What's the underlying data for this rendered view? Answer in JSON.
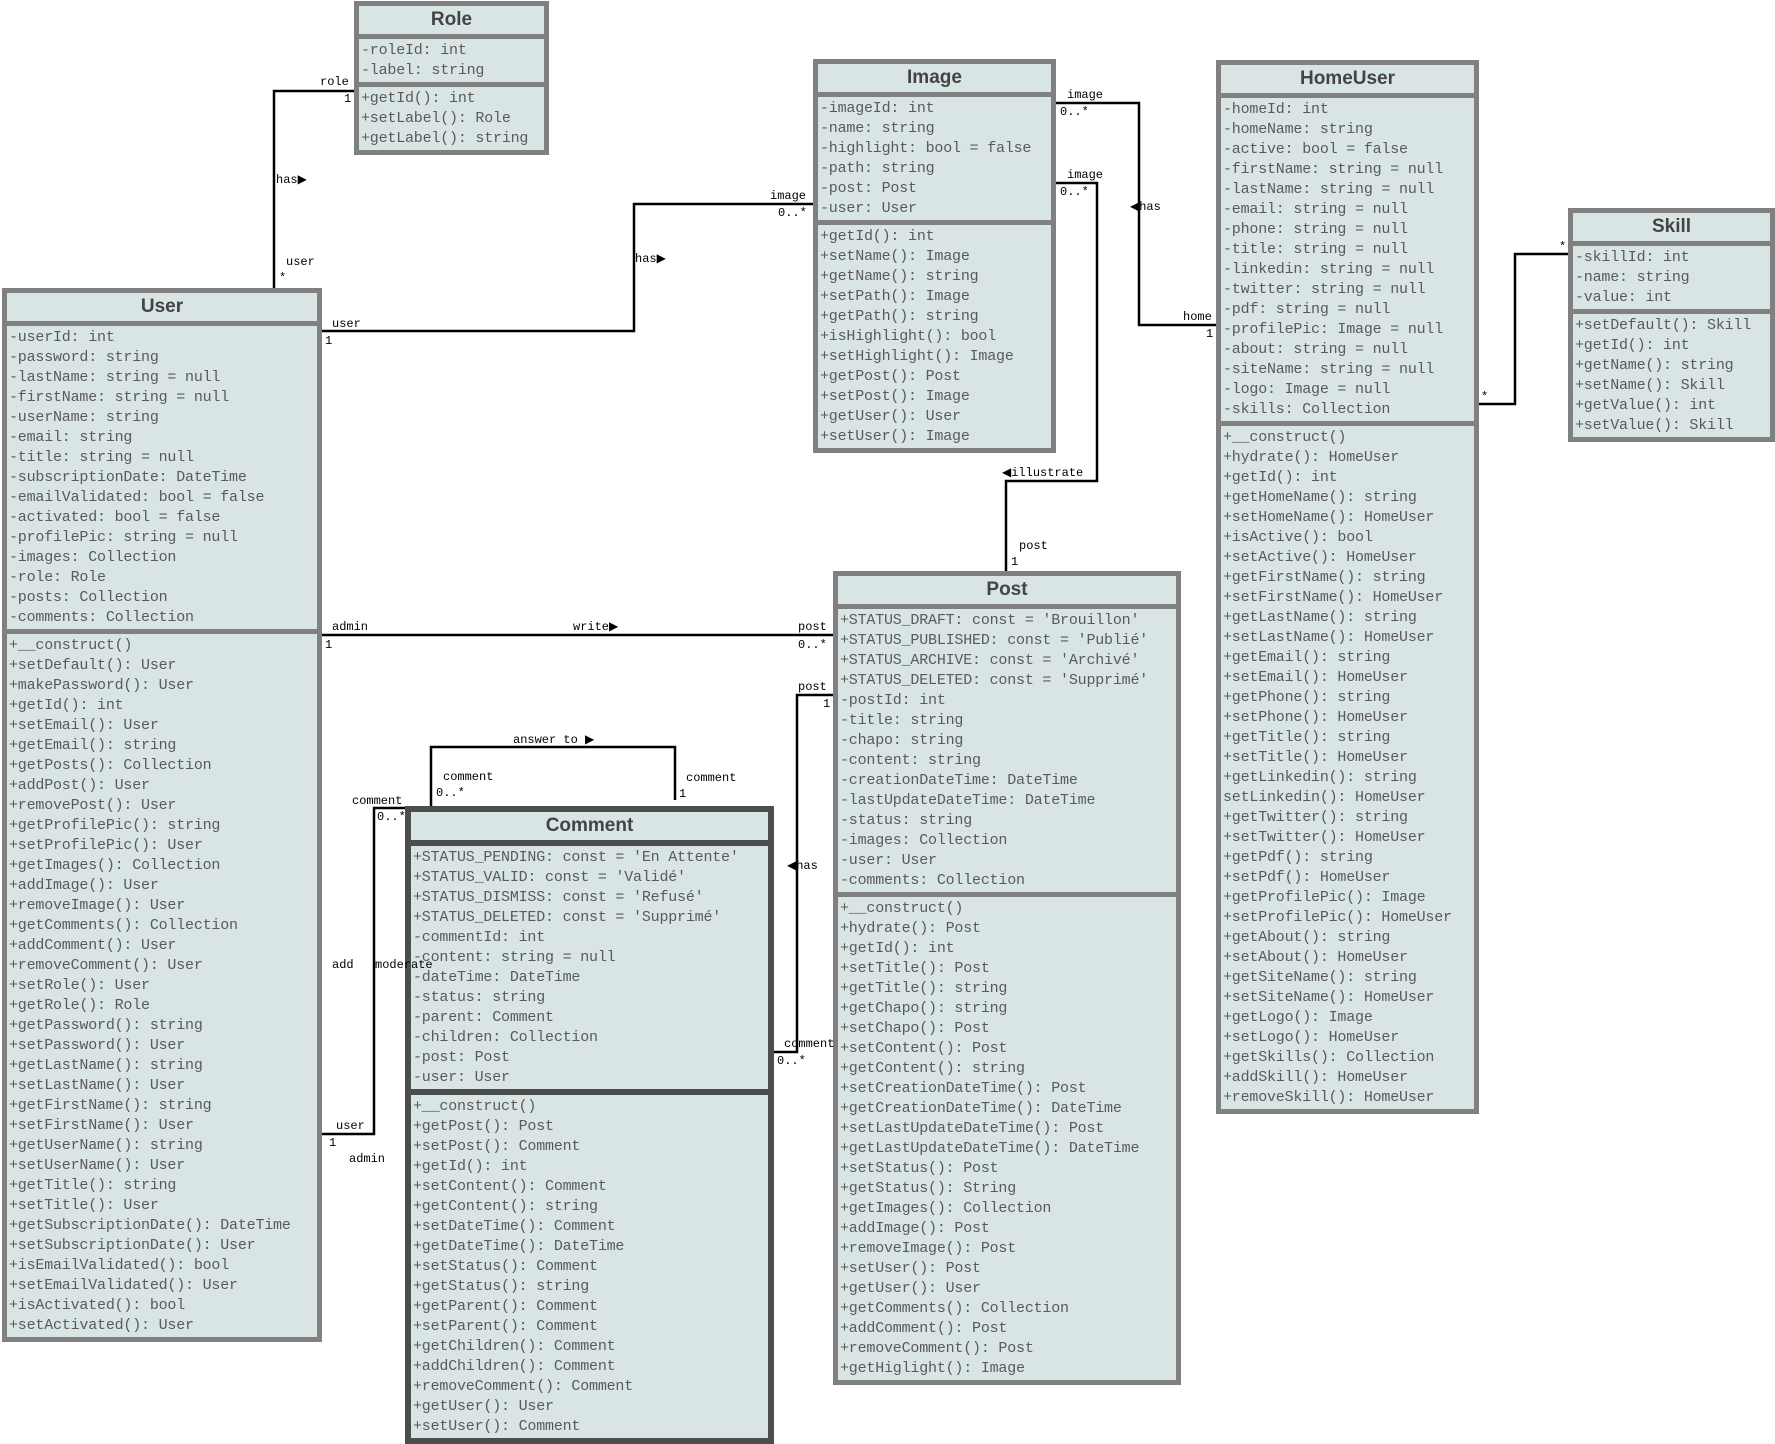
{
  "classes": {
    "role": {
      "title": "Role",
      "attributes": [
        "-roleId: int",
        "-label: string"
      ],
      "methods": [
        "+getId(): int",
        "+setLabel(): Role",
        "+getLabel(): string"
      ]
    },
    "image": {
      "title": "Image",
      "attributes": [
        "-imageId: int",
        "-name: string",
        "-highlight: bool = false",
        "-path: string",
        "-post: Post",
        "-user: User"
      ],
      "methods": [
        "+getId(): int",
        "+setName(): Image",
        "+getName(): string",
        "+setPath(): Image",
        "+getPath(): string",
        "+isHighlight(): bool",
        "+setHighlight(): Image",
        "+getPost(): Post",
        "+setPost(): Image",
        "+getUser(): User",
        "+setUser(): Image"
      ]
    },
    "homeuser": {
      "title": "HomeUser",
      "attributes": [
        "-homeId: int",
        "-homeName: string",
        "-active: bool = false",
        "-firstName: string = null",
        "-lastName: string = null",
        "-email: string = null",
        "-phone: string = null",
        "-title: string = null",
        "-linkedin: string = null",
        "-twitter: string = null",
        "-pdf: string = null",
        "-profilePic: Image = null",
        "-about: string = null",
        "-siteName: string = null",
        "-logo: Image = null",
        "-skills: Collection"
      ],
      "methods": [
        "+__construct()",
        "+hydrate(): HomeUser",
        "+getId(): int",
        "+getHomeName(): string",
        "+setHomeName(): HomeUser",
        "+isActive(): bool",
        "+setActive(): HomeUser",
        "+getFirstName(): string",
        "+setFirstName(): HomeUser",
        "+getLastName(): string",
        "+setLastName(): HomeUser",
        "+getEmail(): string",
        "+setEmail(): HomeUser",
        "+getPhone(): string",
        "+setPhone(): HomeUser",
        "+getTitle(): string",
        "+setTitle(): HomeUser",
        "+getLinkedin(): string",
        " setLinkedin(): HomeUser",
        "+getTwitter(): string",
        "+setTwitter(): HomeUser",
        "+getPdf(): string",
        "+setPdf(): HomeUser",
        "+getProfilePic(): Image",
        "+setProfilePic(): HomeUser",
        "+getAbout(): string",
        "+setAbout(): HomeUser",
        "+getSiteName(): string",
        "+setSiteName(): HomeUser",
        "+getLogo(): Image",
        "+setLogo(): HomeUser",
        "+getSkills(): Collection",
        "+addSkill(): HomeUser",
        "+removeSkill(): HomeUser"
      ]
    },
    "skill": {
      "title": "Skill",
      "attributes": [
        "-skillId: int",
        "-name: string",
        "-value: int"
      ],
      "methods": [
        "+setDefault(): Skill",
        "+getId(): int",
        "+getName(): string",
        "+setName(): Skill",
        "+getValue(): int",
        "+setValue(): Skill"
      ]
    },
    "user": {
      "title": "User",
      "attributes": [
        "-userId: int",
        "-password: string",
        "-lastName: string = null",
        "-firstName: string = null",
        "-userName: string",
        "-email: string",
        "-title: string = null",
        "-subscriptionDate: DateTime",
        "-emailValidated: bool = false",
        "-activated: bool = false",
        "-profilePic: string = null",
        "-images: Collection",
        "-role: Role",
        "-posts: Collection",
        "-comments: Collection"
      ],
      "methods": [
        "+__construct()",
        "+setDefault(): User",
        "+makePassword(): User",
        "+getId(): int",
        "+setEmail(): User",
        "+getEmail(): string",
        "+getPosts(): Collection",
        "+addPost(): User",
        "+removePost(): User",
        "+getProfilePic(): string",
        "+setProfilePic(): User",
        "+getImages(): Collection",
        "+addImage(): User",
        "+removeImage(): User",
        "+getComments(): Collection",
        "+addComment(): User",
        "+removeComment(): User",
        "+setRole(): User",
        "+getRole(): Role",
        "+getPassword(): string",
        "+setPassword(): User",
        "+getLastName(): string",
        "+setLastName(): User",
        "+getFirstName(): string",
        "+setFirstName(): User",
        "+getUserName(): string",
        "+setUserName(): User",
        "+getTitle(): string",
        "+setTitle(): User",
        "+getSubscriptionDate(): DateTime",
        "+setSubscriptionDate(): User",
        "+isEmailValidated(): bool",
        "+setEmailValidated(): User",
        "+isActivated(): bool",
        "+setActivated(): User"
      ]
    },
    "post": {
      "title": "Post",
      "attributes": [
        "+STATUS_DRAFT: const = 'Brouillon'",
        "+STATUS_PUBLISHED: const = 'Publié'",
        "+STATUS_ARCHIVE: const = 'Archivé'",
        "+STATUS_DELETED: const = 'Supprimé'",
        "-postId: int",
        "-title: string",
        "-chapo: string",
        "-content: string",
        "-creationDateTime: DateTime",
        "-lastUpdateDateTime: DateTime",
        "-status: string",
        "-images: Collection",
        "-user: User",
        "-comments: Collection"
      ],
      "methods": [
        "+__construct()",
        "+hydrate(): Post",
        "+getId(): int",
        "+setTitle(): Post",
        "+getTitle(): string",
        "+getChapo(): string",
        "+setChapo(): Post",
        "+setContent(): Post",
        "+getContent(): string",
        "+setCreationDateTime(): Post",
        "+getCreationDateTime(): DateTime",
        "+setLastUpdateDateTime(): Post",
        "+getLastUpdateDateTime(): DateTime",
        "+setStatus(): Post",
        "+getStatus(): String",
        "+getImages(): Collection",
        "+addImage(): Post",
        "+removeImage(): Post",
        "+setUser(): Post",
        "+getUser(): User",
        "+getComments(): Collection",
        "+addComment(): Post",
        "+removeComment(): Post",
        "+getHiglight(): Image"
      ]
    },
    "comment": {
      "title": "Comment",
      "attributes": [
        "+STATUS_PENDING: const = 'En Attente'",
        "+STATUS_VALID: const = 'Validé'",
        "+STATUS_DISMISS: const = 'Refusé'",
        "+STATUS_DELETED: const = 'Supprimé'",
        "-commentId: int",
        "-content: string = null",
        "-dateTime: DateTime",
        "-status: string",
        "-parent: Comment",
        "-children: Collection",
        "-post: Post",
        "-user: User"
      ],
      "methods": [
        "+__construct()",
        "+getPost(): Post",
        "+setPost(): Comment",
        "+getId(): int",
        "+setContent(): Comment",
        "+getContent(): string",
        "+setDateTime(): Comment",
        "+getDateTime(): DateTime",
        "+setStatus(): Comment",
        "+getStatus(): string",
        "+getParent(): Comment",
        "+setParent(): Comment",
        "+getChildren(): Comment",
        "+addChildren(): Comment",
        "+removeComment(): Comment",
        "+getUser(): User",
        "+setUser(): Comment"
      ]
    }
  },
  "associations": {
    "user_role": {
      "role_end": "role",
      "role_mult": "1",
      "name": "has▶",
      "user_end": "user",
      "user_mult": "*"
    },
    "user_image": {
      "user_end": "user",
      "user_mult": "1",
      "name": "has▶",
      "image_end": "image",
      "image_mult": "0..*"
    },
    "image_homeuser": {
      "image_end": "image",
      "image_mult": "0..*",
      "name": "◀has",
      "home_end": "home",
      "home_mult": "1"
    },
    "image_post": {
      "image_end": "image",
      "image_mult": "0..*",
      "name": "◀illustrate",
      "post_end": "post",
      "post_mult": "1"
    },
    "homeuser_skill": {
      "home_mult": "*",
      "skill_mult": "*"
    },
    "user_post": {
      "user_end": "admin",
      "user_mult": "1",
      "name": "write▶",
      "post_end": "post",
      "post_mult": "0..*"
    },
    "post_comment": {
      "post_end": "post",
      "post_mult": "1",
      "name": "◀has",
      "comment_end": "comment",
      "comment_mult": "0..*"
    },
    "comment_self": {
      "name": "answer to ▶",
      "child_end": "comment",
      "child_mult": "0..*",
      "parent_end": "comment",
      "parent_mult": "1"
    },
    "user_comment": {
      "comment_end": "comment",
      "comment_mult": "0..*",
      "name_add": "add",
      "name_moderate": "moderate",
      "user_end": "user",
      "user_mult": "1",
      "admin_end": "admin"
    }
  }
}
